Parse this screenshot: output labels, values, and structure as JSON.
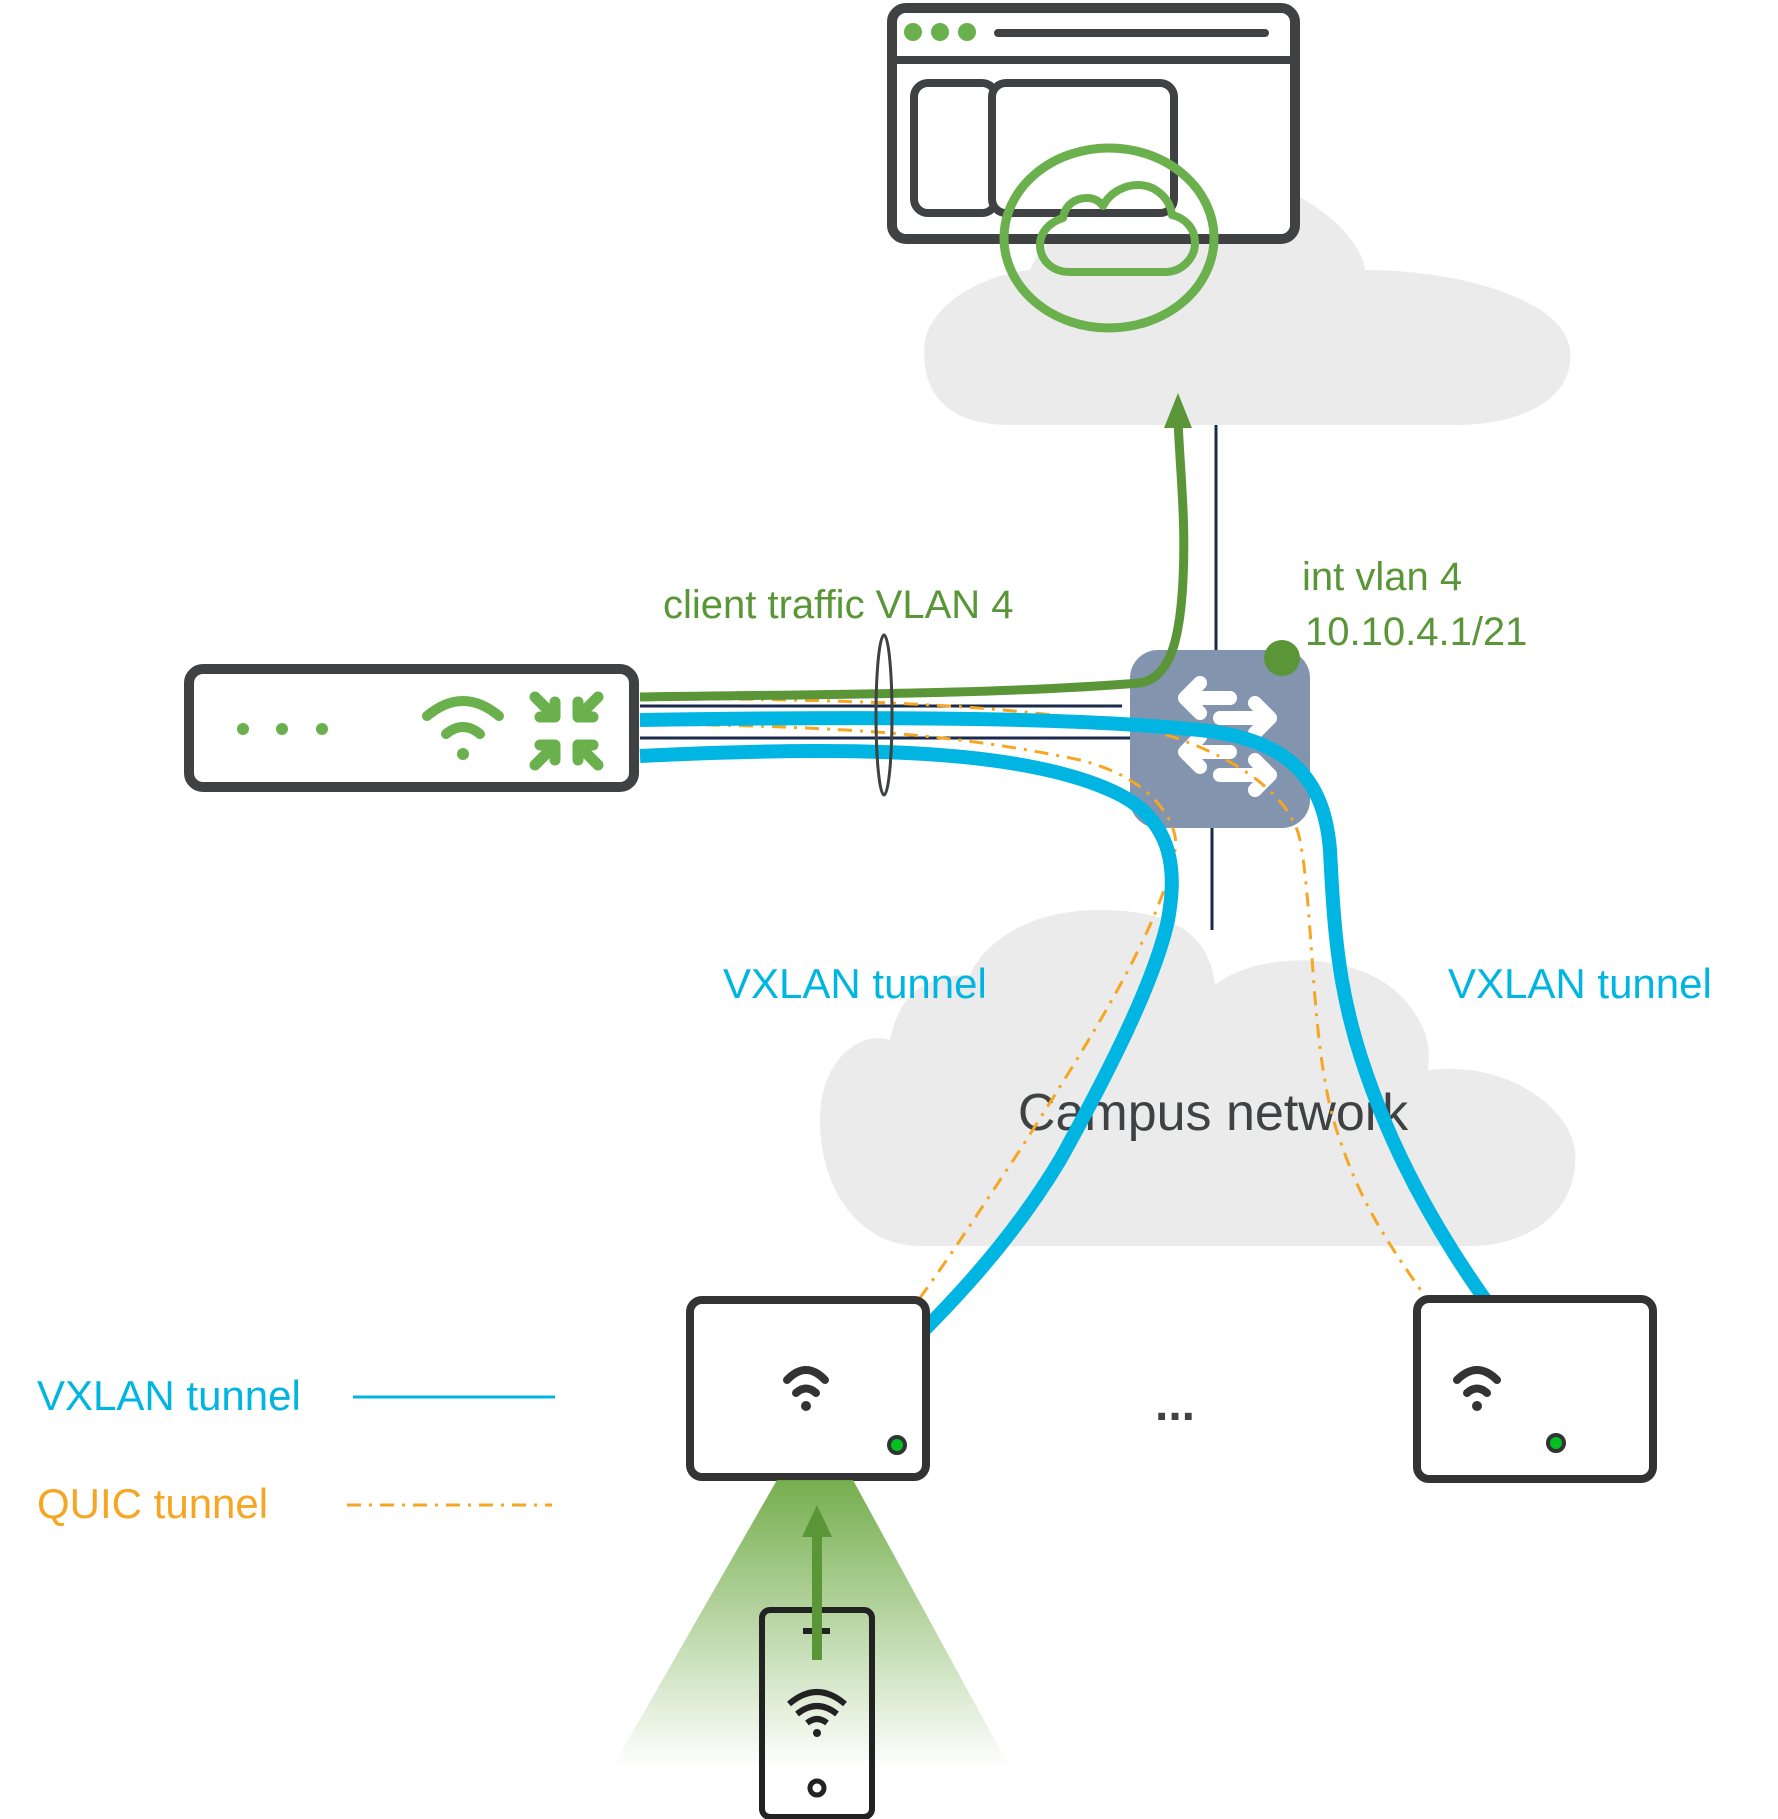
{
  "diagram": {
    "title": "Campus wireless client traffic tunneling",
    "labels": {
      "client_traffic": "client traffic VLAN 4",
      "svi_name": "int vlan 4",
      "svi_ip": "10.10.4.1/21",
      "tunnel_left": "VXLAN tunnel",
      "tunnel_right": "VXLAN tunnel",
      "campus": "Campus network",
      "ellipsis": "..."
    },
    "legend": [
      {
        "label": "VXLAN tunnel",
        "style": "solid",
        "color": "#00b5e2"
      },
      {
        "label": "QUIC tunnel",
        "style": "dash-dot",
        "color": "#f5a623"
      }
    ],
    "nodes": [
      {
        "id": "web-app",
        "type": "browser-window-with-cloud",
        "icon": "cloud-app-icon"
      },
      {
        "id": "internet-cloud",
        "type": "cloud"
      },
      {
        "id": "wlc",
        "type": "wireless-controller",
        "icon": "wifi-icon"
      },
      {
        "id": "l3-switch",
        "type": "switch",
        "icon": "switch-arrows-icon"
      },
      {
        "id": "campus-cloud",
        "type": "cloud",
        "label": "Campus network"
      },
      {
        "id": "ap-1",
        "type": "access-point",
        "status": "online"
      },
      {
        "id": "ap-n",
        "type": "access-point",
        "status": "online"
      },
      {
        "id": "client",
        "type": "mobile-phone",
        "icon": "wifi-icon"
      }
    ],
    "colors": {
      "client_traffic": "#5a9637",
      "vxlan": "#00b5e2",
      "quic": "#f5a623",
      "switch": "#8394ae",
      "device_outline": "#3f4142",
      "cloud": "#ebebeb",
      "status_led": "#00c020"
    }
  }
}
